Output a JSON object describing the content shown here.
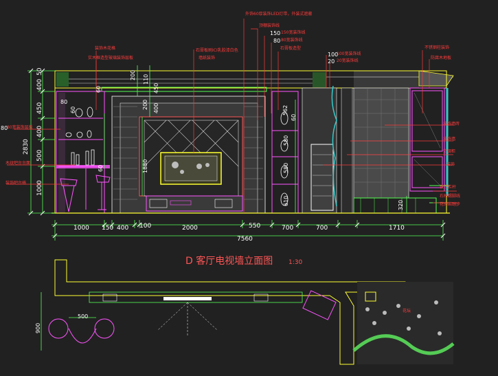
{
  "drawing": {
    "title": "D 客厅电视墙立面图",
    "scale": "1:30"
  },
  "dimensions": {
    "bottom": [
      "1000",
      "150",
      "400",
      "100",
      "2000",
      "550",
      "700",
      "700",
      "1710"
    ],
    "total": "7560",
    "left": [
      "400",
      "450",
      "400",
      "500",
      "1000"
    ],
    "left_top_extra": "50",
    "left_total": "2830",
    "left_extra_80": "80",
    "inner_80": "80",
    "inner_60a": "60",
    "inner_60b": "60",
    "inner_60c": "60",
    "mid_200": "200",
    "mid_110": "110",
    "mid_450": "450",
    "mid_200b": "200",
    "mid_400": "400",
    "mid_1880": "1880",
    "right_562": "562",
    "right_60": "60",
    "right_580a": "580",
    "right_580b": "580",
    "right_610": "610",
    "right_320": "320",
    "right_150": "150",
    "right_80": "80",
    "right_100": "100",
    "right_20": "20",
    "plan_500": "500",
    "plan_900": "900"
  },
  "annotations": {
    "top": [
      "外饰60厚装饰LED灯带，外装式遮蔽",
      "顶棚装饰线",
      "150宽装饰线",
      "80宽装饰线",
      "石膏板造型",
      "100宽装饰线",
      "20宽装饰线"
    ],
    "left": [
      "装饰木花格",
      "实木框造型玻璃装饰层板",
      "80宽装饰层板",
      "木纹吧台台面",
      "装饰吧台椅"
    ],
    "mid": [
      "石膏板刷ICI乳胶漆白色",
      "墙纸装饰"
    ],
    "right": [
      "不锈钢柱装饰",
      "防腐木地板",
      "装饰墙砖",
      "装饰墙",
      "空调柜",
      "装饰",
      "铁艺栏杆",
      "石材踢脚线",
      "花岗岩踏步"
    ],
    "plan": "花坛"
  }
}
